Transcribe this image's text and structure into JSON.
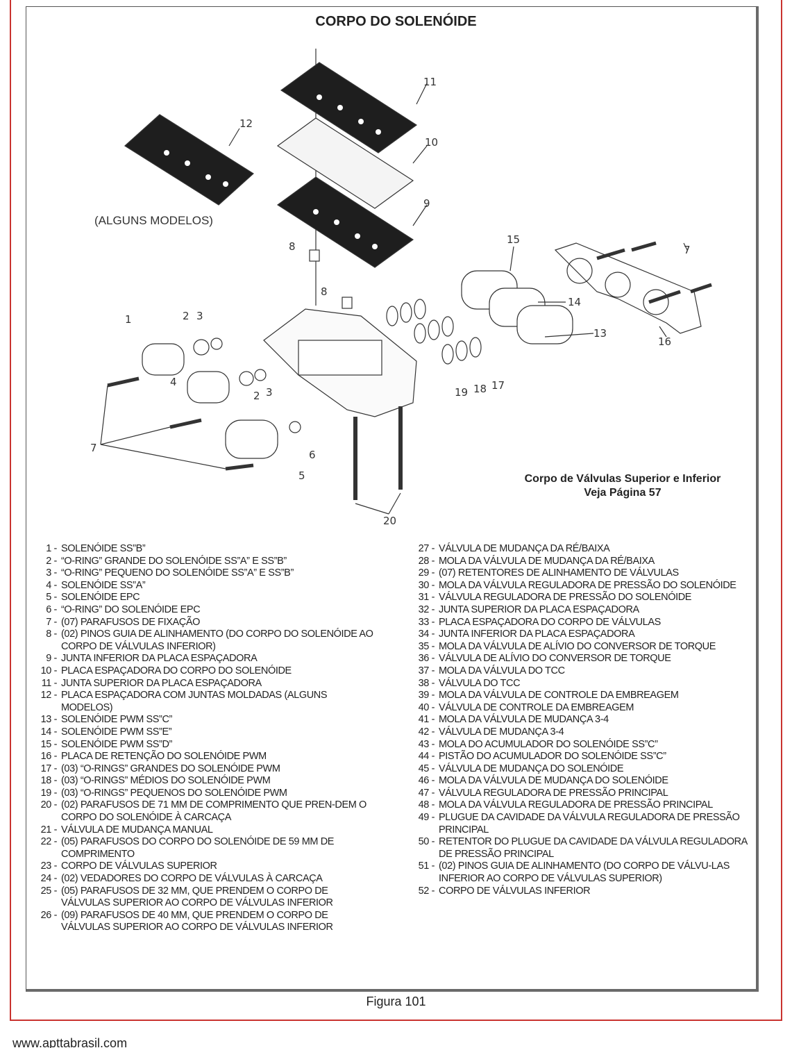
{
  "title": "CORPO DO SOLENÓIDE",
  "note": "(ALGUNS MODELOS)",
  "reference": {
    "line1": "Corpo de Válvulas Superior e Inferior",
    "line2": "Veja Página 57"
  },
  "callouts": [
    "1",
    "2",
    "3",
    "4",
    "2",
    "3",
    "5",
    "6",
    "7",
    "7",
    "8",
    "8",
    "9",
    "10",
    "11",
    "12",
    "13",
    "14",
    "15",
    "16",
    "17",
    "18",
    "19",
    "20"
  ],
  "legend_left": [
    {
      "num": "1 -",
      "text": "SOLENÓIDE SS”B”"
    },
    {
      "num": "2 -",
      "text": "“O-RING” GRANDE DO SOLENÓIDE SS”A” E SS”B”"
    },
    {
      "num": "3 -",
      "text": "“O-RING” PEQUENO DO SOLENÓIDE SS”A” E SS”B”"
    },
    {
      "num": "4 -",
      "text": "SOLENÓIDE SS”A”"
    },
    {
      "num": "5 -",
      "text": "SOLENÓIDE EPC"
    },
    {
      "num": "6 -",
      "text": "“O-RING” DO SOLENÓIDE EPC"
    },
    {
      "num": "7 -",
      "text": "(07) PARAFUSOS DE FIXAÇÃO"
    },
    {
      "num": "8 -",
      "text": "(02) PINOS GUIA DE ALINHAMENTO (DO CORPO DO SOLENÓIDE AO CORPO DE VÁLVULAS INFERIOR)"
    },
    {
      "num": "9 -",
      "text": "JUNTA INFERIOR DA PLACA ESPAÇADORA"
    },
    {
      "num": "10 -",
      "text": "PLACA ESPAÇADORA DO CORPO DO SOLENÓIDE"
    },
    {
      "num": "11 -",
      "text": "JUNTA SUPERIOR  DA PLACA ESPAÇADORA"
    },
    {
      "num": "12 -",
      "text": "PLACA ESPAÇADORA COM JUNTAS MOLDADAS (ALGUNS MODELOS)"
    },
    {
      "num": "13 -",
      "text": "SOLENÓIDE PWM SS”C”"
    },
    {
      "num": "14 -",
      "text": "SOLENÓIDE PWM SS”E”"
    },
    {
      "num": "15 -",
      "text": "SOLENÓIDE PWM SS”D”"
    },
    {
      "num": "16 -",
      "text": "PLACA DE RETENÇÃO DO SOLENÓIDE PWM"
    },
    {
      "num": "17 -",
      "text": "(03) “O-RINGS” GRANDES DO SOLENÓIDE PWM"
    },
    {
      "num": "18 -",
      "text": "(03) “O-RINGS” MÉDIOS DO SOLENÓIDE PWM"
    },
    {
      "num": "19 -",
      "text": "(03) “O-RINGS” PEQUENOS DO SOLENÓIDE PWM"
    },
    {
      "num": "20 -",
      "text": "(02) PARAFUSOS DE 71 MM DE COMPRIMENTO QUE PREN-DEM O CORPO DO SOLENÓIDE À CARCAÇA"
    },
    {
      "num": "21 -",
      "text": "VÁLVULA DE MUDANÇA MANUAL"
    },
    {
      "num": "22 -",
      "text": "(05) PARAFUSOS DO CORPO DO SOLENÓIDE DE 59 MM DE COMPRIMENTO"
    },
    {
      "num": "23 -",
      "text": "CORPO DE VÁLVULAS SUPERIOR"
    },
    {
      "num": "24 -",
      "text": "(02) VEDADORES DO CORPO DE VÁLVULAS À CARCAÇA"
    },
    {
      "num": "25 -",
      "text": "(05) PARAFUSOS DE 32 MM, QUE PRENDEM O CORPO DE VÁLVULAS SUPERIOR AO CORPO DE VÁLVULAS INFERIOR"
    },
    {
      "num": "26 -",
      "text": "(09) PARAFUSOS DE 40 MM, QUE PRENDEM O CORPO DE VÁLVULAS SUPERIOR AO CORPO DE VÁLVULAS INFERIOR"
    }
  ],
  "legend_right": [
    {
      "num": "27 -",
      "text": "VÁLVULA DE MUDANÇA DA RÉ/BAIXA"
    },
    {
      "num": "28 -",
      "text": "MOLA DA VÁLVULA DE MUDANÇA DA RÉ/BAIXA"
    },
    {
      "num": "29 -",
      "text": "(07) RETENTORES DE ALINHAMENTO DE VÁLVULAS"
    },
    {
      "num": "30 -",
      "text": "MOLA DA VÁLVULA REGULADORA DE PRESSÃO DO SOLENÓIDE"
    },
    {
      "num": "31 -",
      "text": "VÁLVULA REGULADORA DE PRESSÃO DO SOLENÓIDE"
    },
    {
      "num": "32 -",
      "text": "JUNTA SUPERIOR DA PLACA ESPAÇADORA"
    },
    {
      "num": "33 -",
      "text": "PLACA ESPAÇADORA DO CORPO DE VÁLVULAS"
    },
    {
      "num": "34 -",
      "text": "JUNTA INFERIOR DA PLACA ESPAÇADORA"
    },
    {
      "num": "35 -",
      "text": "MOLA DA VÁLVULA DE ALÍVIO DO CONVERSOR DE TORQUE"
    },
    {
      "num": "36 -",
      "text": "VÁLVULA DE ALÍVIO DO CONVERSOR DE TORQUE"
    },
    {
      "num": "37 -",
      "text": "MOLA DA VÁLVULA DO TCC"
    },
    {
      "num": "38 -",
      "text": "VÁLVULA DO TCC"
    },
    {
      "num": "39 -",
      "text": "MOLA DA VÁLVULA DE CONTROLE DA EMBREAGEM"
    },
    {
      "num": "40 -",
      "text": "VÁLVULA DE CONTROLE DA EMBREAGEM"
    },
    {
      "num": "41 -",
      "text": "MOLA DA VÁLVULA DE MUDANÇA 3-4"
    },
    {
      "num": "42 -",
      "text": "VÁLVULA DE MUDANÇA 3-4"
    },
    {
      "num": "43 -",
      "text": "MOLA DO ACUMULADOR DO SOLENÓIDE SS”C”"
    },
    {
      "num": "44 -",
      "text": "PISTÃO DO ACUMULADOR DO SOLENÓIDE SS”C”"
    },
    {
      "num": "45 -",
      "text": "VÁLVULA DE MUDANÇA DO SOLENÓIDE"
    },
    {
      "num": "46 -",
      "text": "MOLA DA VÁLVULA DE MUDANÇA DO SOLENÓIDE"
    },
    {
      "num": "47 -",
      "text": "VÁLVULA  REGULADORA DE PRESSÃO PRINCIPAL"
    },
    {
      "num": "48 -",
      "text": "MOLA DA VÁLVULA REGULADORA DE PRESSÃO PRINCIPAL"
    },
    {
      "num": "49 -",
      "text": "PLUGUE DA CAVIDADE DA VÁLVULA REGULADORA DE PRESSÃO PRINCIPAL"
    },
    {
      "num": "50 -",
      "text": "RETENTOR DO PLUGUE DA CAVIDADE DA VÁLVULA REGULADORA DE PRESSÃO PRINCIPAL"
    },
    {
      "num": "51 -",
      "text": "(02) PINOS GUIA DE ALINHAMENTO (DO CORPO DE VÁLVU-LAS INFERIOR AO CORPO DE VÁLVULAS SUPERIOR)"
    },
    {
      "num": "52 -",
      "text": "CORPO DE VÁLVULAS INFERIOR"
    }
  ],
  "figure_label": "Figura  101",
  "site": "www.apttabrasil.com",
  "colors": {
    "frame": "#c9332f",
    "ink": "#222222",
    "gasket": "#1e1e1e"
  }
}
